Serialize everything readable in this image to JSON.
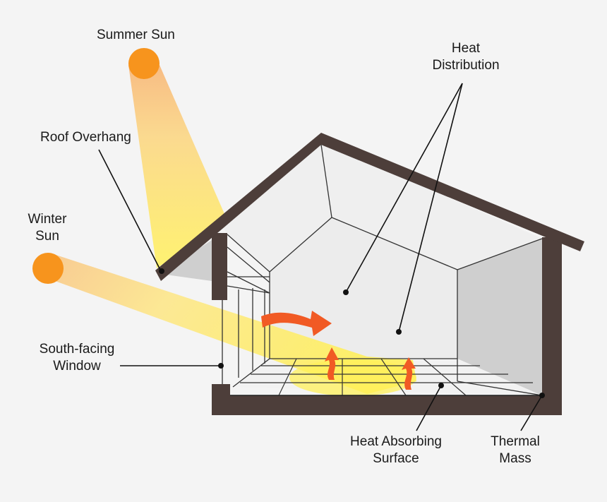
{
  "labels": {
    "summer_sun": "Summer Sun",
    "roof_overhang": "Roof Overhang",
    "winter_sun": [
      "Winter",
      "Sun"
    ],
    "south_facing_window": [
      "South-facing",
      "Window"
    ],
    "heat_distribution": [
      "Heat",
      "Distribution"
    ],
    "heat_absorbing_surface": [
      "Heat Absorbing",
      "Surface"
    ],
    "thermal_mass": [
      "Thermal",
      "Mass"
    ]
  },
  "colors": {
    "background": "#f4f4f4",
    "sun": "#f7941d",
    "sun_beam": "#ffe96a",
    "walls": "#4d3e3a",
    "interior": "#ececec",
    "side_wall": "#cfcfcf",
    "heat_arrow": "#f15a24",
    "leader_line": "#111111"
  },
  "icons": {
    "sun": "sun-icon",
    "heat_arrow": "heat-arrow-icon"
  }
}
